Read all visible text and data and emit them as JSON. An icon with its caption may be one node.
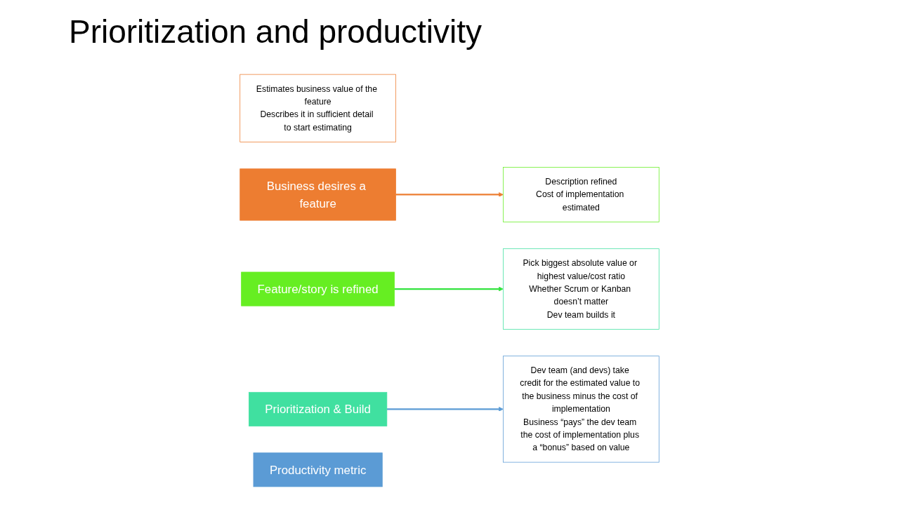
{
  "diagram": {
    "title": "Prioritization and productivity",
    "nodes": [
      {
        "text": [
          "Estimates business value of the feature",
          "Describes it in sufficient detail to start estimating"
        ]
      },
      {
        "text": [
          "Business desires a feature"
        ]
      },
      {
        "text": [
          "Description refined",
          "Cost of implementation estimated"
        ]
      },
      {
        "text": [
          "Feature/story is refined"
        ]
      },
      {
        "text": [
          "Pick biggest absolute value or highest value/cost ratio",
          "Whether Scrum or Kanban doesn’t matter",
          "Dev team builds it"
        ]
      },
      {
        "text": [
          "Prioritization & Build"
        ]
      },
      {
        "text": [
          "Dev team (and devs) take credit for the estimated value to the business minus the cost of implementation",
          "Business “pays” the dev team the cost of implementation plus a “bonus” based on value"
        ]
      },
      {
        "text": [
          "Productivity metric"
        ]
      }
    ],
    "edges": [
      {
        "from": 1,
        "to": 2,
        "arrow": "to",
        "color": "#ed7d31"
      },
      {
        "from": 3,
        "to": 4,
        "arrow": "to",
        "color": "#33e33f"
      },
      {
        "from": 5,
        "to": 6,
        "arrow": "to",
        "color": "#5b9bd5"
      }
    ]
  }
}
